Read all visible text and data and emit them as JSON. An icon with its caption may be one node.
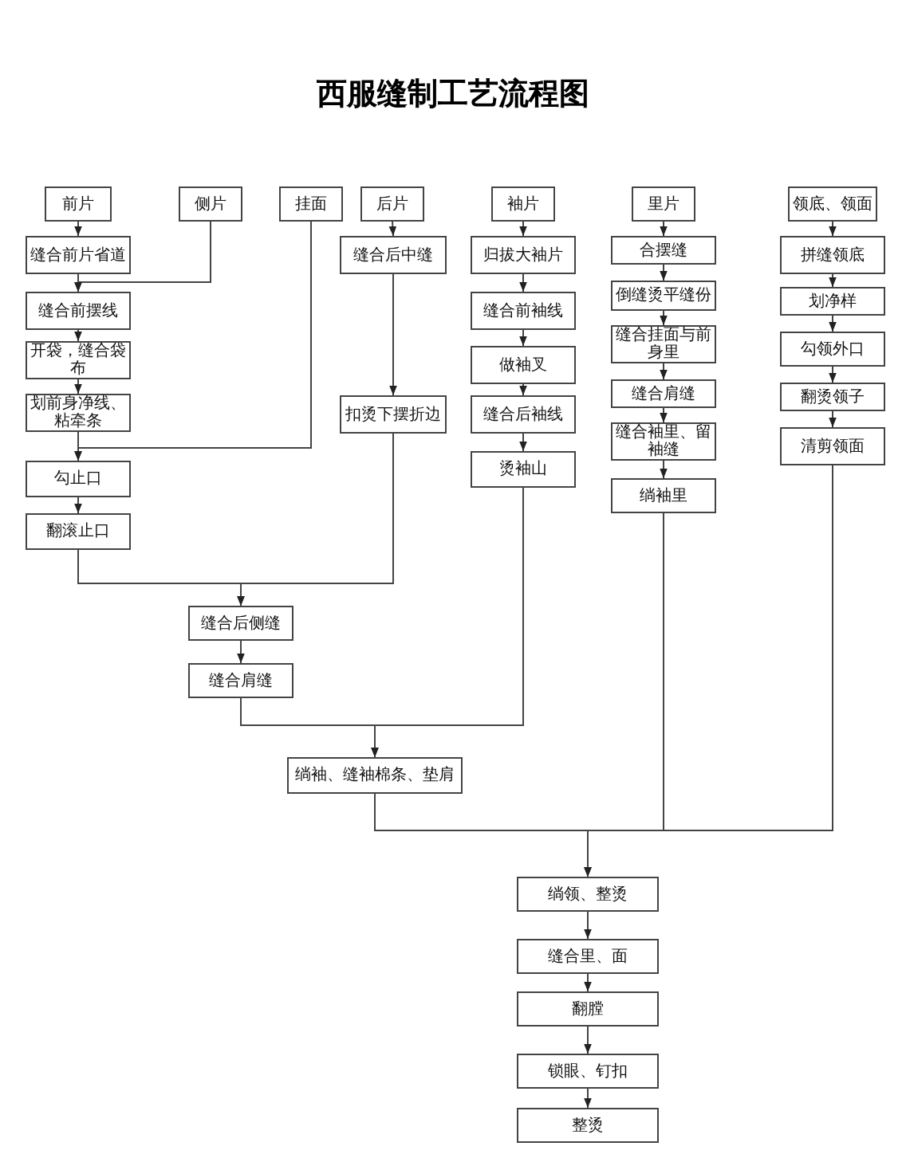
{
  "diagram": {
    "title": "西服缝制工艺流程图",
    "nodes": [
      {
        "text": [
          "前片"
        ]
      },
      {
        "text": [
          "侧片"
        ]
      },
      {
        "text": [
          "挂面"
        ]
      },
      {
        "text": [
          "后片"
        ]
      },
      {
        "text": [
          "袖片"
        ]
      },
      {
        "text": [
          "里片"
        ]
      },
      {
        "text": [
          "领底、领面"
        ]
      },
      {
        "text": [
          "缝合前片省道"
        ]
      },
      {
        "text": [
          "缝合前摆线"
        ]
      },
      {
        "text": [
          "开袋，缝合袋布"
        ]
      },
      {
        "text": [
          "划前身净线、粘牵条"
        ]
      },
      {
        "text": [
          "勾止口"
        ]
      },
      {
        "text": [
          "翻滚止口"
        ]
      },
      {
        "text": [
          "缝合后中缝"
        ]
      },
      {
        "text": [
          "扣烫下摆折边"
        ]
      },
      {
        "text": [
          "归拔大袖片"
        ]
      },
      {
        "text": [
          "缝合前袖线"
        ]
      },
      {
        "text": [
          "做袖叉"
        ]
      },
      {
        "text": [
          "缝合后袖线"
        ]
      },
      {
        "text": [
          "烫袖山"
        ]
      },
      {
        "text": [
          "合摆缝"
        ]
      },
      {
        "text": [
          "倒缝烫平缝份"
        ]
      },
      {
        "text": [
          "缝合挂面与前身里"
        ]
      },
      {
        "text": [
          "缝合肩缝"
        ]
      },
      {
        "text": [
          "缝合袖里、留袖缝"
        ]
      },
      {
        "text": [
          "绱袖里"
        ]
      },
      {
        "text": [
          "拼缝领底"
        ]
      },
      {
        "text": [
          "划净样"
        ]
      },
      {
        "text": [
          "勾领外口"
        ]
      },
      {
        "text": [
          "翻烫领子"
        ]
      },
      {
        "text": [
          "清剪领面"
        ]
      },
      {
        "text": [
          "缝合后侧缝"
        ]
      },
      {
        "text": [
          "缝合肩缝"
        ]
      },
      {
        "text": [
          "绱袖、缝袖棉条、垫肩"
        ]
      },
      {
        "text": [
          "绱领、整烫"
        ]
      },
      {
        "text": [
          "缝合里、面"
        ]
      },
      {
        "text": [
          "翻膛"
        ]
      },
      {
        "text": [
          "锁眼、钉扣"
        ]
      },
      {
        "text": [
          "整烫"
        ]
      }
    ],
    "edges": [
      {
        "from": 0,
        "to": 7,
        "arrow": "to"
      },
      {
        "from": 7,
        "to": 8,
        "arrow": "to"
      },
      {
        "from": 1,
        "to": 8,
        "arrow": "to"
      },
      {
        "from": 8,
        "to": 9,
        "arrow": "to"
      },
      {
        "from": 9,
        "to": 10,
        "arrow": "to"
      },
      {
        "from": 10,
        "to": 11,
        "arrow": "to"
      },
      {
        "from": 2,
        "to": 11,
        "arrow": "to"
      },
      {
        "from": 11,
        "to": 12,
        "arrow": "to"
      },
      {
        "from": 3,
        "to": 13,
        "arrow": "to"
      },
      {
        "from": 13,
        "to": 14,
        "arrow": "to"
      },
      {
        "from": 4,
        "to": 15,
        "arrow": "to"
      },
      {
        "from": 15,
        "to": 16,
        "arrow": "to"
      },
      {
        "from": 16,
        "to": 17,
        "arrow": "to"
      },
      {
        "from": 17,
        "to": 18,
        "arrow": "to"
      },
      {
        "from": 18,
        "to": 19,
        "arrow": "to"
      },
      {
        "from": 5,
        "to": 20,
        "arrow": "to"
      },
      {
        "from": 20,
        "to": 21,
        "arrow": "to"
      },
      {
        "from": 21,
        "to": 22,
        "arrow": "to"
      },
      {
        "from": 22,
        "to": 23,
        "arrow": "to"
      },
      {
        "from": 23,
        "to": 24,
        "arrow": "to"
      },
      {
        "from": 24,
        "to": 25,
        "arrow": "to"
      },
      {
        "from": 6,
        "to": 26,
        "arrow": "to"
      },
      {
        "from": 26,
        "to": 27,
        "arrow": "to"
      },
      {
        "from": 27,
        "to": 28,
        "arrow": "to"
      },
      {
        "from": 28,
        "to": 29,
        "arrow": "to"
      },
      {
        "from": 29,
        "to": 30,
        "arrow": "to"
      },
      {
        "from": 12,
        "to": 31,
        "arrow": "to"
      },
      {
        "from": 14,
        "to": 31,
        "arrow": "to"
      },
      {
        "from": 31,
        "to": 32,
        "arrow": "to"
      },
      {
        "from": 32,
        "to": 33,
        "arrow": "to"
      },
      {
        "from": 19,
        "to": 33,
        "arrow": "to"
      },
      {
        "from": 33,
        "to": 34,
        "arrow": "to"
      },
      {
        "from": 25,
        "to": 34,
        "arrow": "to"
      },
      {
        "from": 30,
        "to": 34,
        "arrow": "to"
      },
      {
        "from": 34,
        "to": 35,
        "arrow": "to"
      },
      {
        "from": 35,
        "to": 36,
        "arrow": "to"
      },
      {
        "from": 36,
        "to": 37,
        "arrow": "to"
      },
      {
        "from": 37,
        "to": 38,
        "arrow": "to"
      }
    ]
  }
}
